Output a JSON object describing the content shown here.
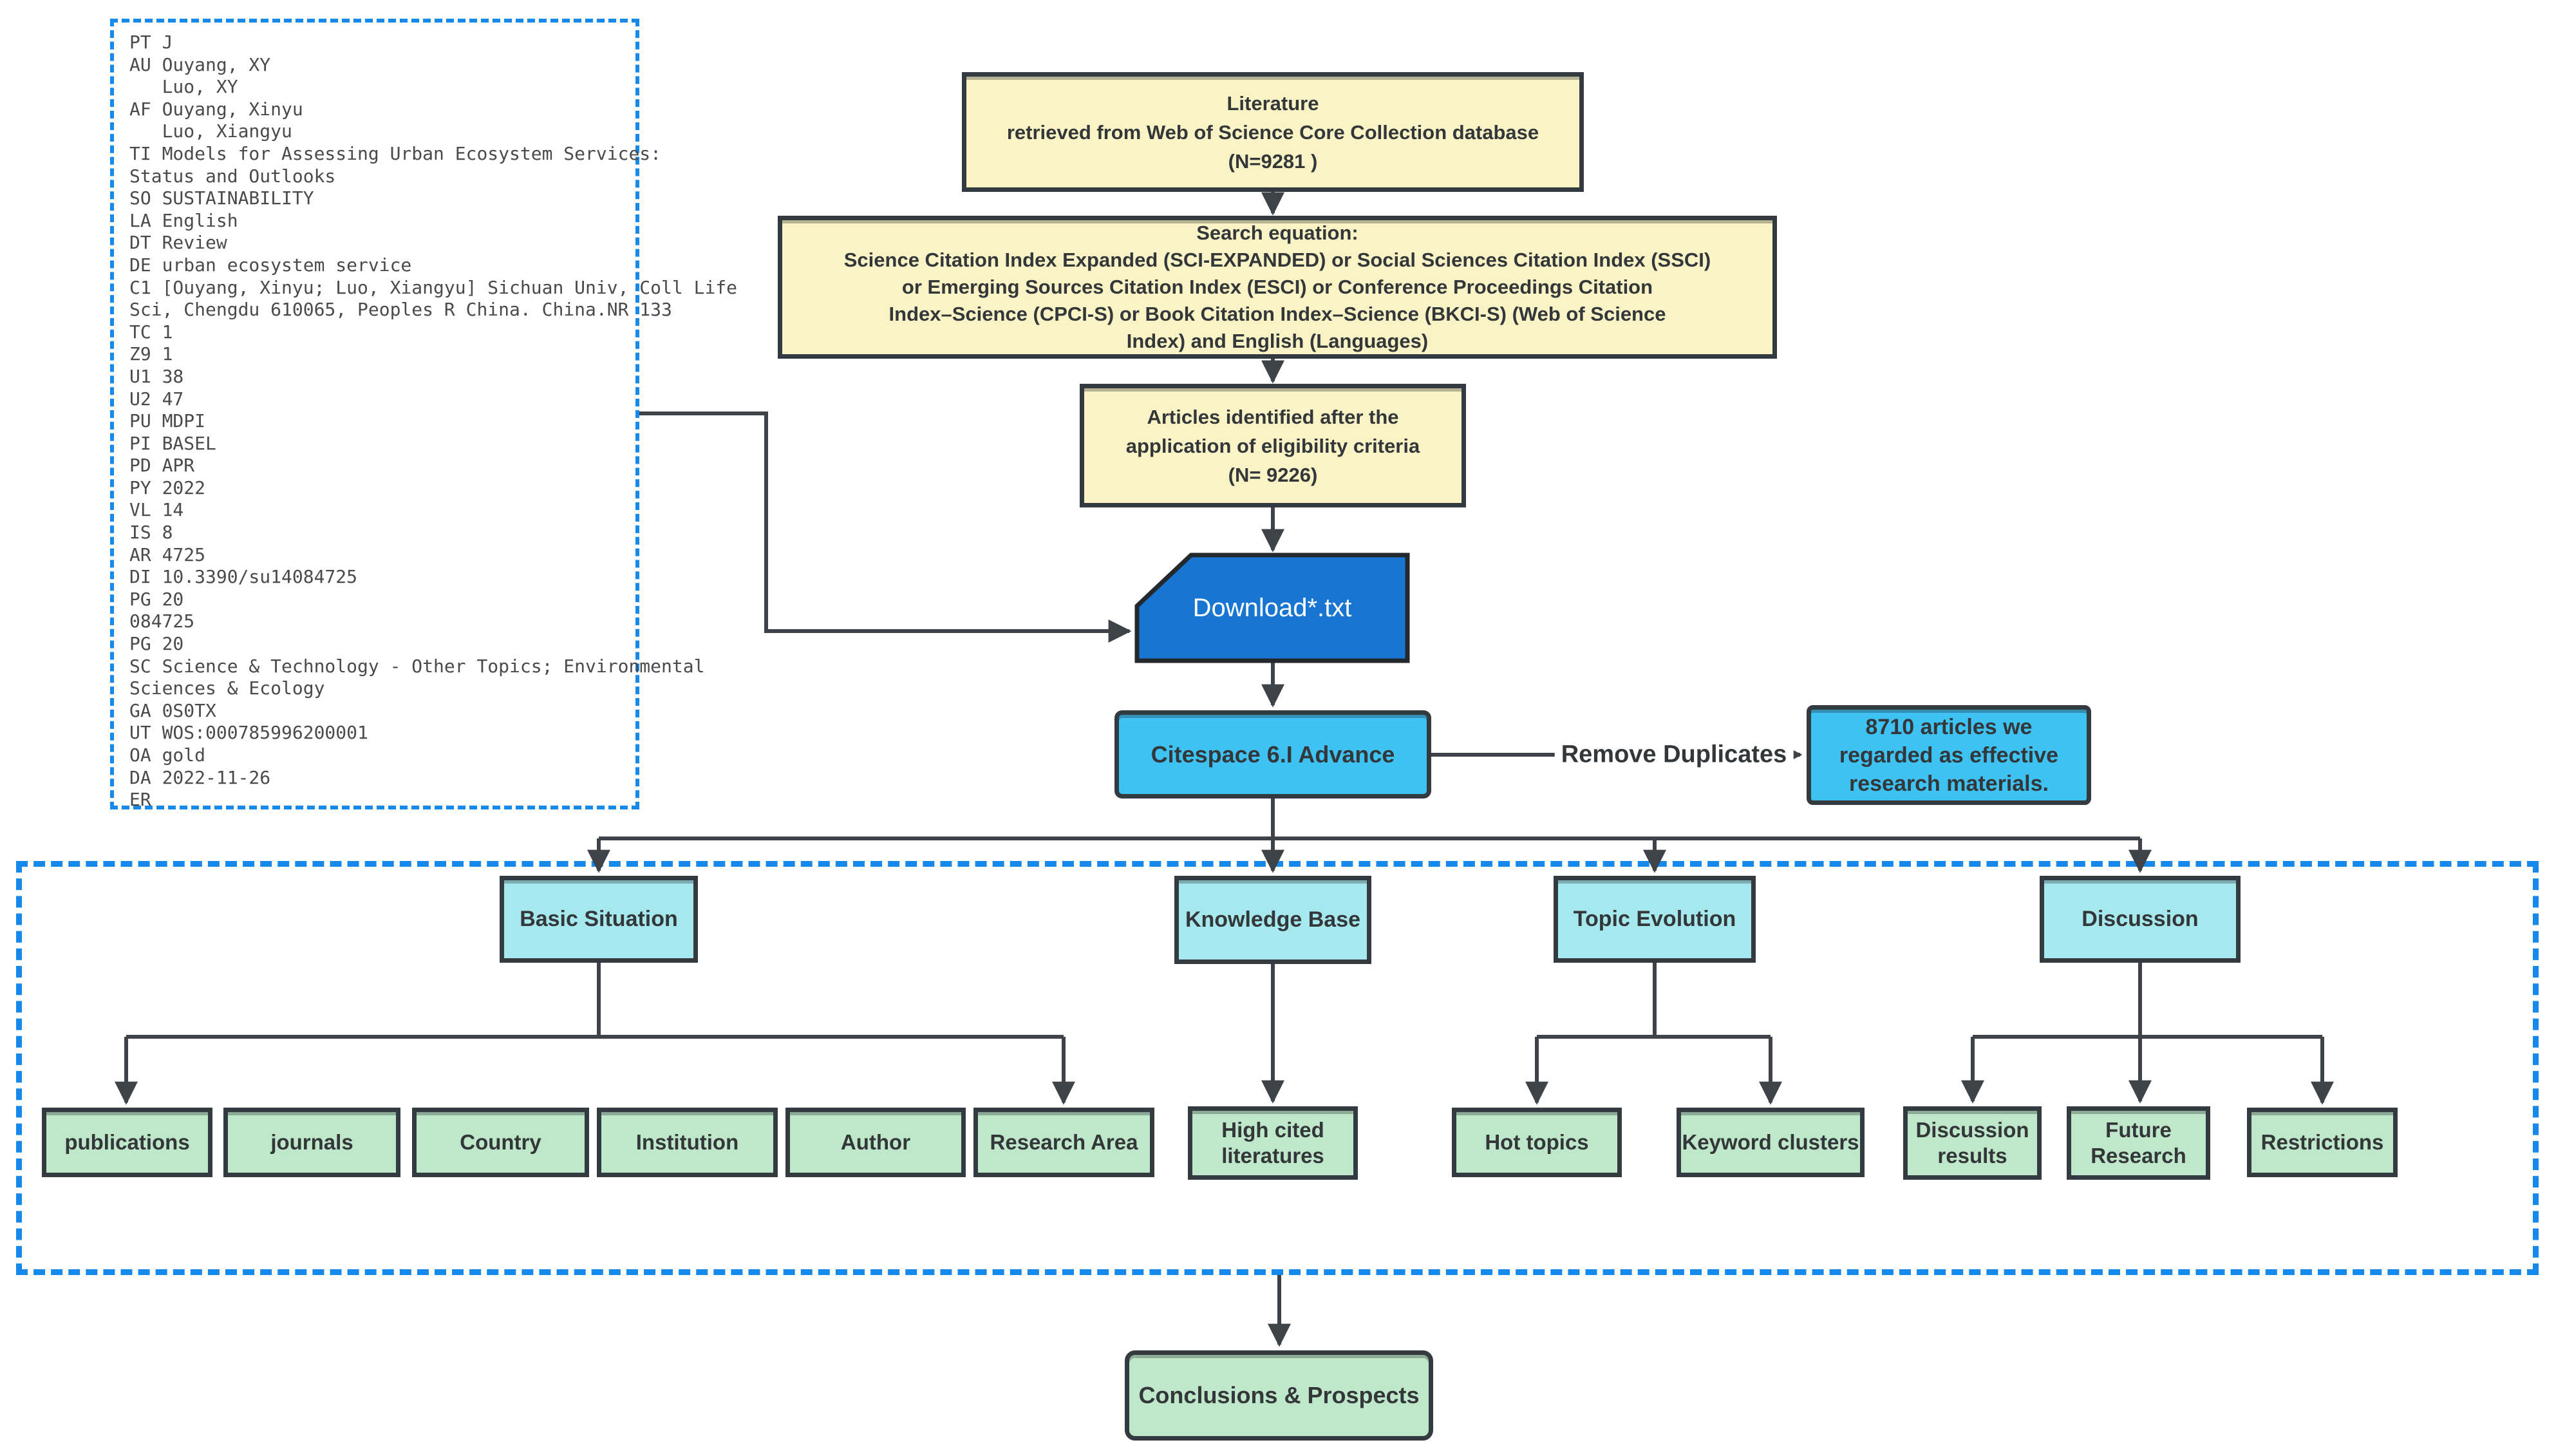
{
  "colors": {
    "yellow": "#F9F3C5",
    "cyan": "#3DC2F2",
    "light_cyan": "#A5E8EE",
    "green": "#BFE7C9",
    "blue": "#1876D2",
    "dashed_blue": "#1689EA",
    "line": "#3D4348",
    "border": "#333A40",
    "label_text": "#33373A",
    "citation_text": "#4A4A4A"
  },
  "citation_panel": {
    "text": "PT J\nAU Ouyang, XY\n   Luo, XY\nAF Ouyang, Xinyu\n   Luo, Xiangyu\nTI Models for Assessing Urban Ecosystem Services:\nStatus and Outlooks\nSO SUSTAINABILITY\nLA English\nDT Review\nDE urban ecosystem service\nC1 [Ouyang, Xinyu; Luo, Xiangyu] Sichuan Univ, Coll Life\nSci, Chengdu 610065, Peoples R China. China.NR 133\nTC 1\nZ9 1\nU1 38\nU2 47\nPU MDPI\nPI BASEL\nPD APR\nPY 2022\nVL 14\nIS 8\nAR 4725\nDI 10.3390/su14084725\nPG 20\n084725\nPG 20\nSC Science & Technology - Other Topics; Environmental\nSciences & Ecology\nGA 0S0TX\nUT WOS:000785996200001\nOA gold\nDA 2022-11-26\nER"
  },
  "flow": {
    "literature": "Literature\nretrieved from Web of Science Core Collection database\n(N=9281 )",
    "search_equation": "Search equation:\nScience Citation Index Expanded (SCI-EXPANDED) or Social Sciences Citation Index (SSCI)\nor Emerging Sources Citation Index (ESCI) or Conference Proceedings Citation\nIndex–Science (CPCI-S) or Book Citation Index–Science (BKCI-S) (Web of Science\nIndex) and English (Languages)",
    "eligibility": "Articles identified after the\napplication of eligibility criteria\n(N= 9226)",
    "download_file": "Download*.txt",
    "citespace": "Citespace 6.I Advance",
    "remove_duplicates_label": "Remove Duplicates",
    "effective_articles": "8710 articles we\nregarded as effective\nresearch materials."
  },
  "analysis": {
    "categories": {
      "basic_situation": "Basic Situation",
      "knowledge_base": "Knowledge Base",
      "topic_evolution": "Topic Evolution",
      "discussion": "Discussion"
    },
    "basic_items": {
      "publications": "publications",
      "journals": "journals",
      "country": "Country",
      "institution": "Institution",
      "author": "Author",
      "research_area": "Research Area"
    },
    "knowledge_items": {
      "high_cited": "High cited\nliteratures"
    },
    "topic_items": {
      "hot_topics": "Hot topics",
      "keyword_clusters": "Keyword clusters"
    },
    "discussion_items": {
      "discussion_results": "Discussion\nresults",
      "future_research": "Future\nResearch",
      "restrictions": "Restrictions"
    }
  },
  "footer": {
    "conclusions": "Conclusions & Prospects"
  }
}
